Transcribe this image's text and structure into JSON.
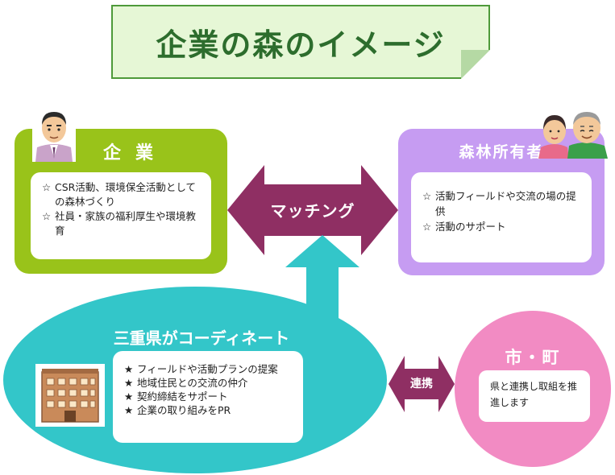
{
  "title": "企業の森のイメージ",
  "company": {
    "title": "企業",
    "items": [
      {
        "marker": "☆",
        "text": "CSR活動、環境保全活動としての森林づくり"
      },
      {
        "marker": "☆",
        "text": "社員・家族の福利厚生や環境教育"
      }
    ]
  },
  "owner": {
    "title": "森林所有者",
    "items": [
      {
        "marker": "☆",
        "text": "活動フィールドや交流の場の提供"
      },
      {
        "marker": "☆",
        "text": "活動のサポート"
      }
    ]
  },
  "matching": "マッチング",
  "mie": {
    "title": "三重県がコーディネート",
    "items": [
      {
        "marker": "★",
        "text": "フィールドや活動プランの提案"
      },
      {
        "marker": "★",
        "text": "地域住民との交流の仲介"
      },
      {
        "marker": "★",
        "text": "契約締結をサポート"
      },
      {
        "marker": "★",
        "text": "企業の取り組みをPR"
      }
    ]
  },
  "renkei": "連携",
  "city": {
    "title": "市・町",
    "text": "県と連携し取組を推進します"
  },
  "colors": {
    "title_bg": "#e6f7d6",
    "title_text": "#2d6d2d",
    "company": "#99c31a",
    "owner": "#c69cf2",
    "arrow": "#8f2f63",
    "mie": "#33c6c9",
    "city": "#f28bc3"
  },
  "icons": [
    "businessman-avatar",
    "elderly-couple-avatar",
    "office-building-icon"
  ]
}
